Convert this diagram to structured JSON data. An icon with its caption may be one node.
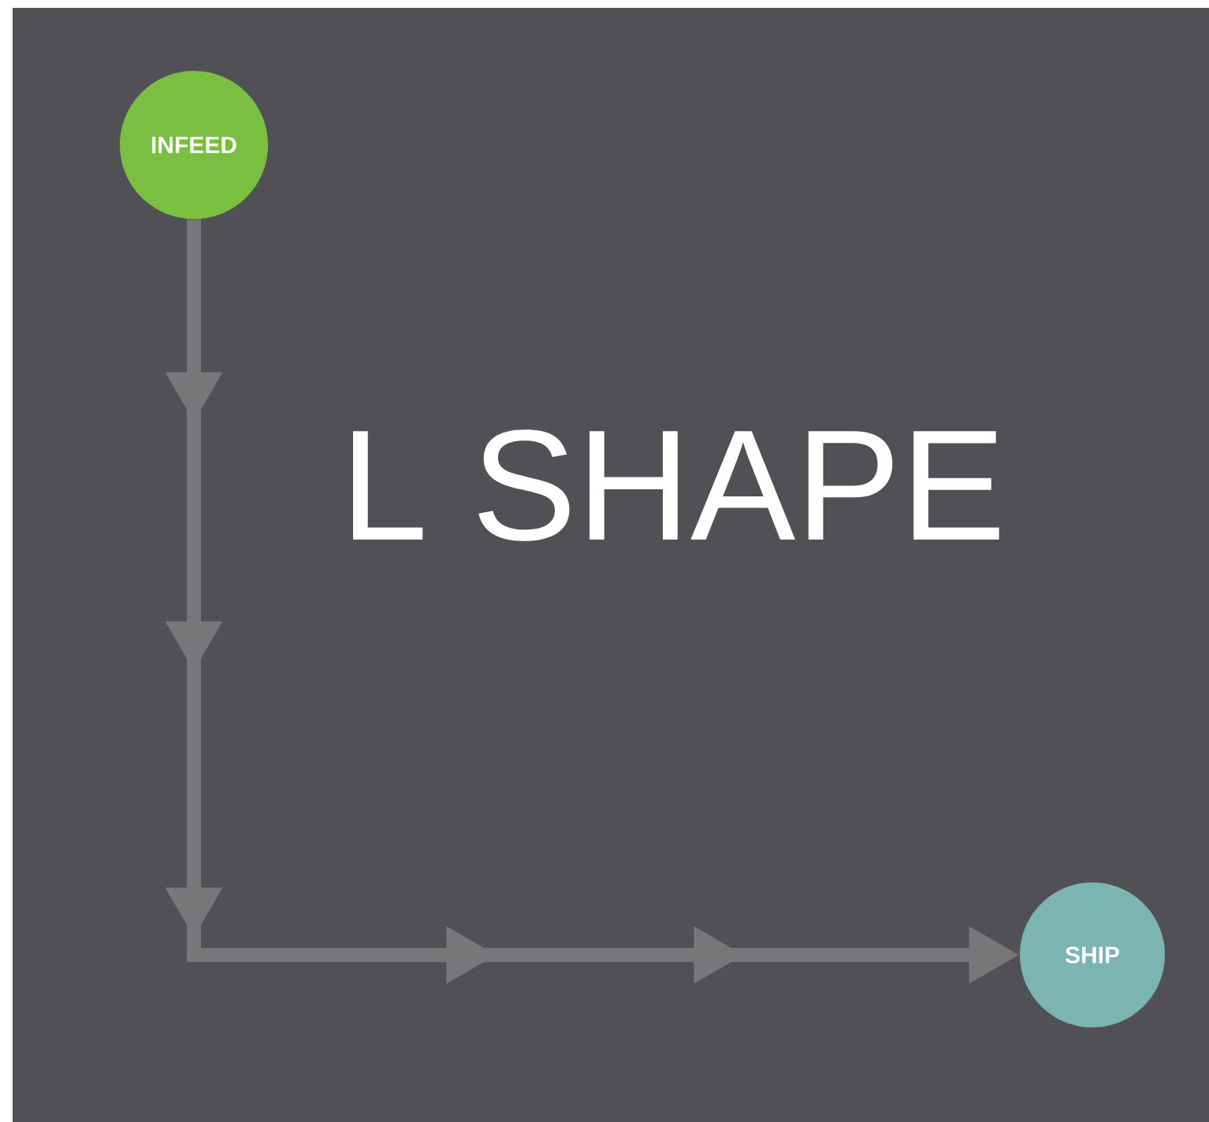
{
  "diagram": {
    "title": "L SHAPE",
    "nodes": [
      {
        "text": [
          "INFEED"
        ]
      },
      {
        "text": [
          "SHIP"
        ]
      }
    ],
    "edges": [
      {
        "from": 0,
        "to": 1,
        "arrow": "to"
      }
    ]
  }
}
